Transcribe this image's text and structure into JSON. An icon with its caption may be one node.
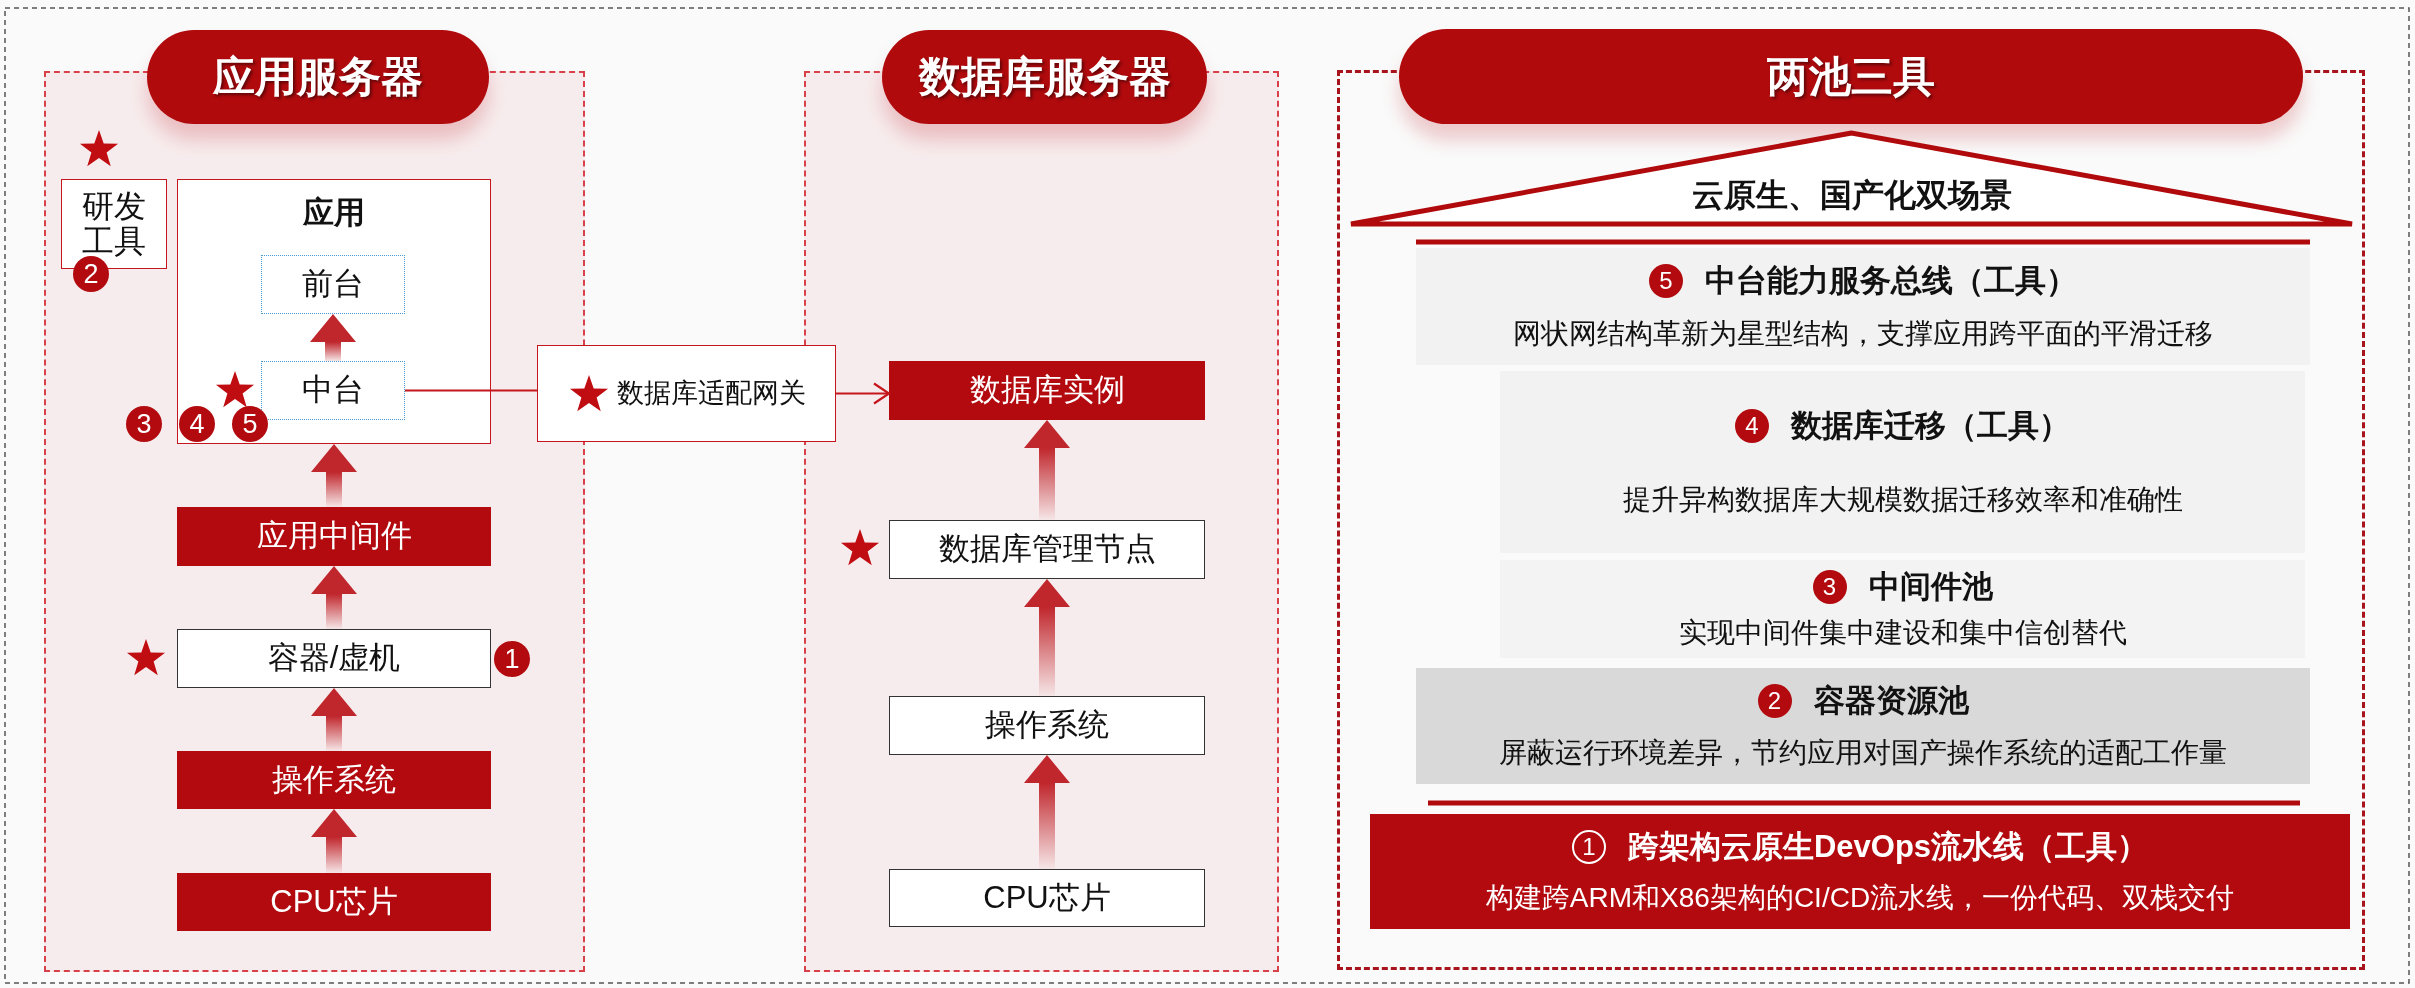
{
  "diagram": {
    "nodes": [
      {
        "text": [
          "应用服务器"
        ]
      },
      {
        "text": [
          "研发工具"
        ],
        "in": 0,
        "beside": [
          "2"
        ]
      },
      {
        "text": [
          "应用"
        ],
        "in": 0,
        "beside": [
          "3",
          "4",
          "5"
        ]
      },
      {
        "text": [
          "前台"
        ],
        "in": 2
      },
      {
        "text": [
          "中台"
        ],
        "in": 2
      },
      {
        "text": [
          "应用中间件"
        ],
        "in": 0
      },
      {
        "text": [
          "容器/虚机"
        ],
        "in": 0,
        "beside": [
          "1"
        ]
      },
      {
        "text": [
          "操作系统"
        ],
        "in": 0
      },
      {
        "text": [
          "CPU芯片"
        ],
        "in": 0
      },
      {
        "text": [
          "数据库适配网关"
        ]
      },
      {
        "text": [
          "数据库服务器"
        ]
      },
      {
        "text": [
          "数据库实例"
        ],
        "in": 10
      },
      {
        "text": [
          "数据库管理节点"
        ],
        "in": 10
      },
      {
        "text": [
          "操作系统"
        ],
        "in": 10
      },
      {
        "text": [
          "CPU芯片"
        ],
        "in": 10
      },
      {
        "text": [
          "两池三具"
        ]
      },
      {
        "text": [
          "云原生、国产化双场景"
        ],
        "in": 15
      },
      {
        "text": [
          "5",
          "中台能力服务总线（工具）",
          "网状网结构革新为星型结构，支撑应用跨平面的平滑迁移"
        ],
        "in": 15
      },
      {
        "text": [
          "4",
          "数据库迁移（工具）",
          "提升异构数据库大规模数据迁移效率和准确性"
        ],
        "in": 15
      },
      {
        "text": [
          "3",
          "中间件池",
          "实现中间件集中建设和集中信创替代"
        ],
        "in": 15
      },
      {
        "text": [
          "2",
          "容器资源池",
          "屏蔽运行环境差异，节约应用对国产操作系统的适配工作量"
        ],
        "in": 15
      },
      {
        "text": [
          "1",
          "跨架构云原生DevOps流水线（工具）",
          "构建跨ARM和X86架构的CI/CD流水线，一份代码、双栈交付"
        ],
        "in": 15
      }
    ],
    "edges": [
      {
        "from": 4,
        "to": 3,
        "arrow": "to",
        "style": "thick"
      },
      {
        "from": 5,
        "to": 2,
        "arrow": "to",
        "style": "thick"
      },
      {
        "from": 6,
        "to": 5,
        "arrow": "to",
        "style": "thick"
      },
      {
        "from": 7,
        "to": 6,
        "arrow": "to",
        "style": "thick"
      },
      {
        "from": 8,
        "to": 7,
        "arrow": "to",
        "style": "thick"
      },
      {
        "from": 4,
        "to": 9,
        "arrow": "none"
      },
      {
        "from": 9,
        "to": 11,
        "arrow": "to"
      },
      {
        "from": 12,
        "to": 11,
        "arrow": "to",
        "style": "thick"
      },
      {
        "from": 13,
        "to": 12,
        "arrow": "to",
        "style": "thick"
      },
      {
        "from": 14,
        "to": 13,
        "arrow": "to",
        "style": "thick"
      }
    ]
  }
}
